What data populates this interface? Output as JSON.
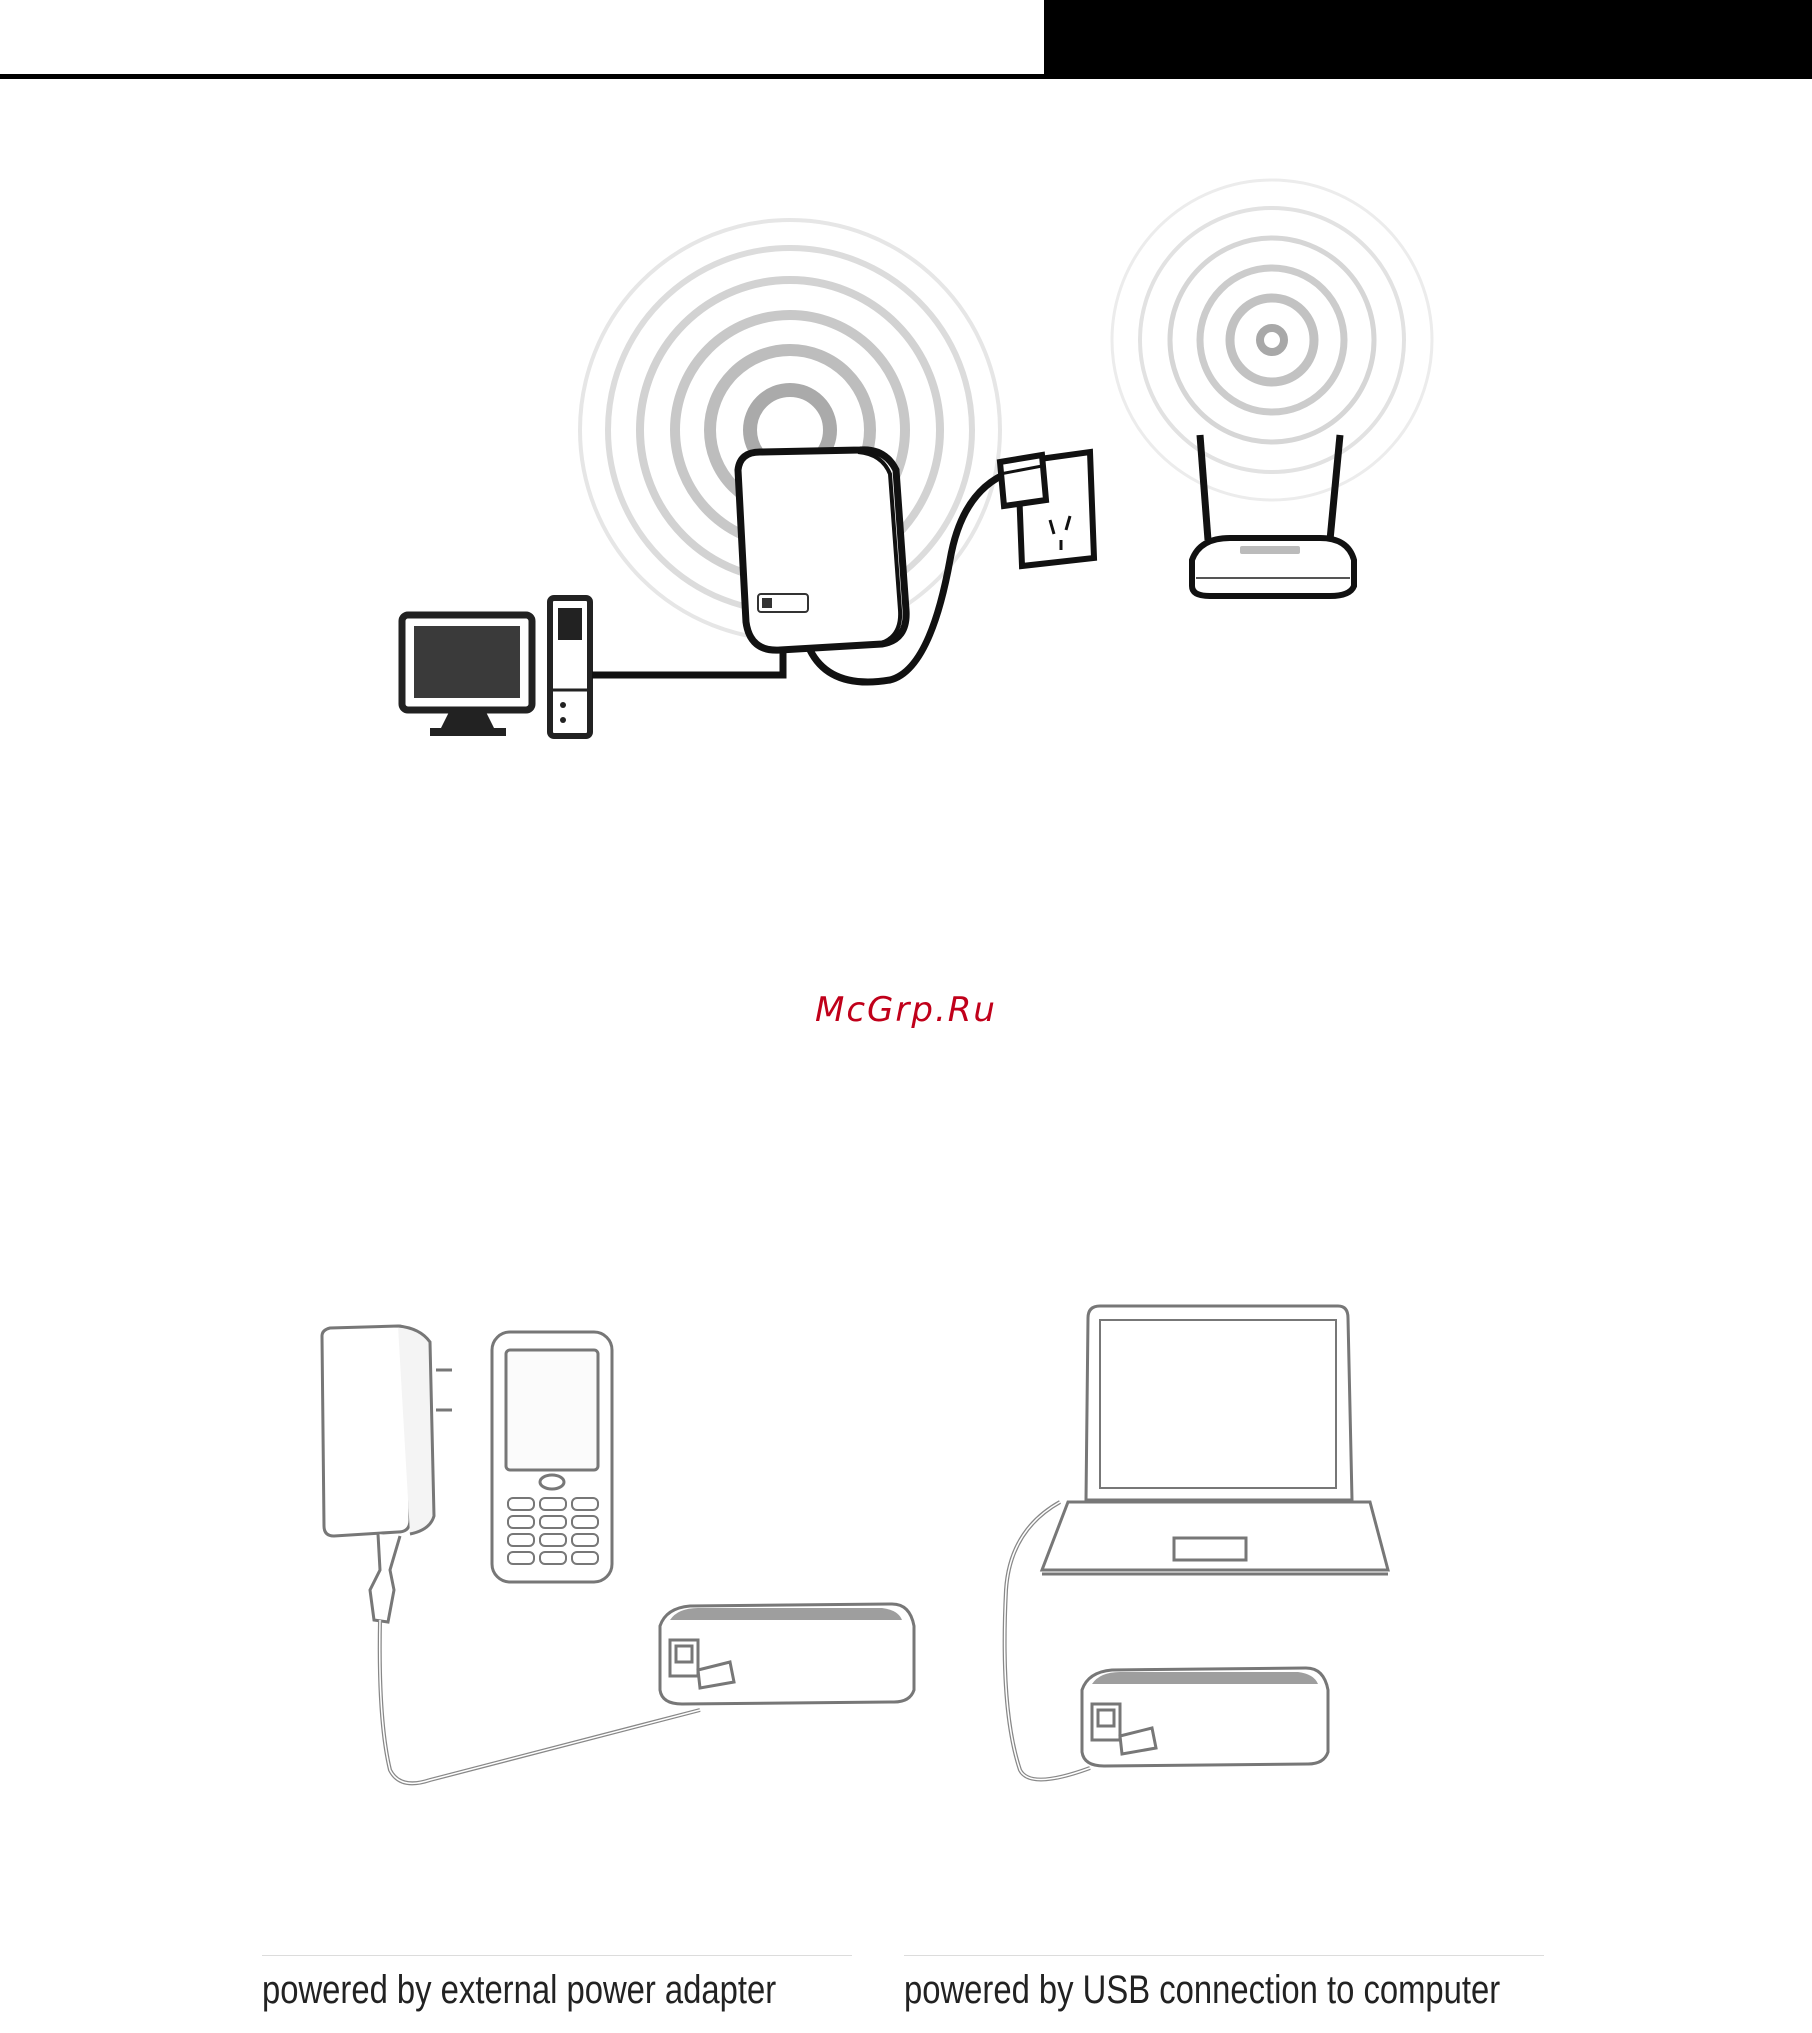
{
  "watermark": "McGrp.Ru",
  "captions": {
    "left": "powered by external power adapter",
    "right": "powered by USB connection to computer"
  },
  "icons": [
    "router-icon",
    "desktop-computer-icon",
    "wall-outlet-icon",
    "wireless-router-icon",
    "power-adapter-icon",
    "mobile-phone-icon",
    "laptop-icon"
  ]
}
